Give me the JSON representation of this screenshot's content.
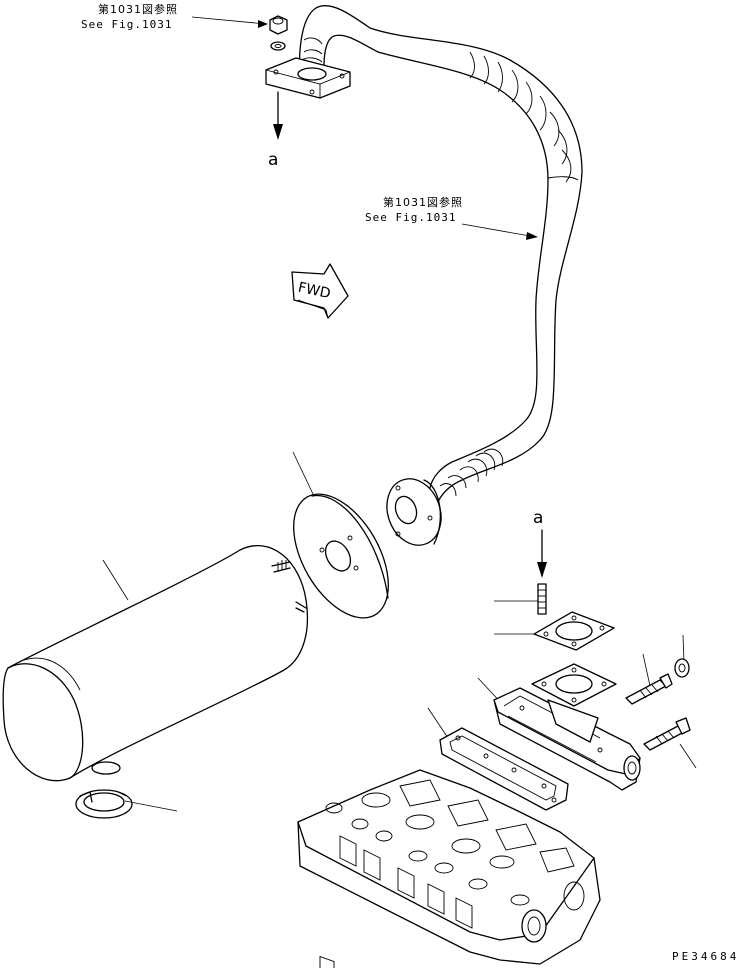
{
  "references": {
    "top": {
      "jp": "第1031図参照",
      "en": "See Fig.1031"
    },
    "pipe": {
      "jp": "第1031図参照",
      "en": "See Fig.1031"
    }
  },
  "direction_marker": "FWD",
  "connection_labels": {
    "upper": "a",
    "lower": "a"
  },
  "drawing_code": "PE34684"
}
